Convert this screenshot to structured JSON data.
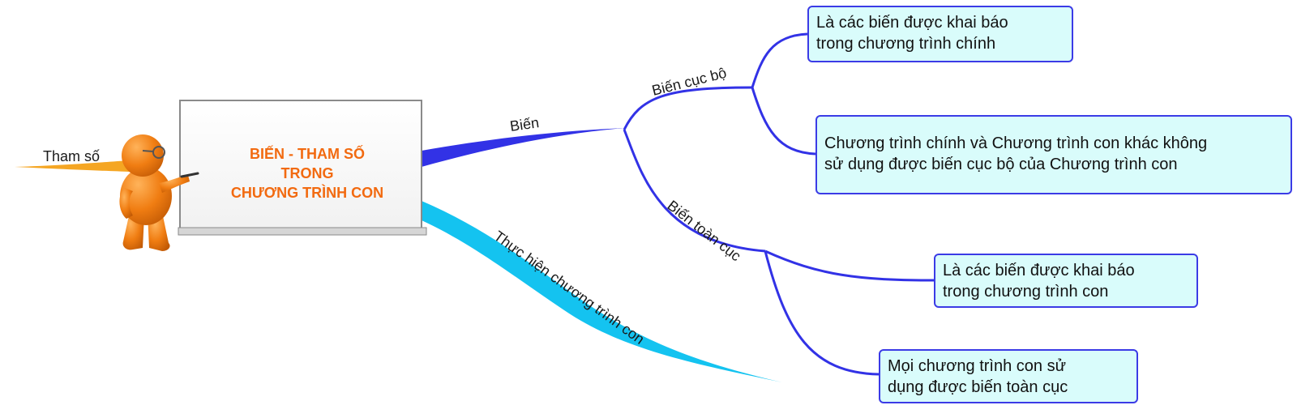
{
  "central": {
    "title_lines": [
      "BIẾN - THAM SỐ",
      "TRONG",
      "CHƯƠNG TRÌNH CON"
    ]
  },
  "branches": {
    "tham_so": "Tham số",
    "bien": "Biến",
    "thuc_hien": "Thực hiện chương trình con",
    "bien_cuc_bo": "Biến cục bộ",
    "bien_toan_cuc": "Biến toàn cục"
  },
  "leaves": {
    "cuc_bo_1": [
      "Là các biến được khai báo",
      "trong chương trình chính"
    ],
    "cuc_bo_2": [
      "Chương trình chính và Chương trình con khác không",
      "sử dụng được biến cục bộ của Chương trình con"
    ],
    "toan_cuc_1": [
      "Là các biến được khai báo",
      "trong chương trình con"
    ],
    "toan_cuc_2": [
      "Mọi chương trình con sử",
      "dụng được biến toàn cục"
    ]
  },
  "colors": {
    "bien_branch": "#3232e6",
    "thuc_hien_branch": "#14c3f0",
    "tham_so_branch": "#f5a623",
    "leaf_fill": "#d9fcfb",
    "leaf_border": "#3b3be6",
    "center_text": "#f26a10",
    "figure": "#f07d12"
  }
}
